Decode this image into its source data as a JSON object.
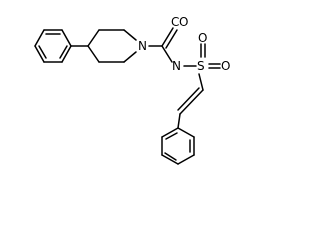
{
  "molecule": {
    "atom_labels": {
      "n1": "N",
      "c_oh": "C",
      "c_oh_h": "O",
      "n2": "N",
      "s": "S",
      "o": "O"
    },
    "colors": {
      "bond": "#000000",
      "label": "#000000",
      "background": "#ffffff"
    }
  }
}
